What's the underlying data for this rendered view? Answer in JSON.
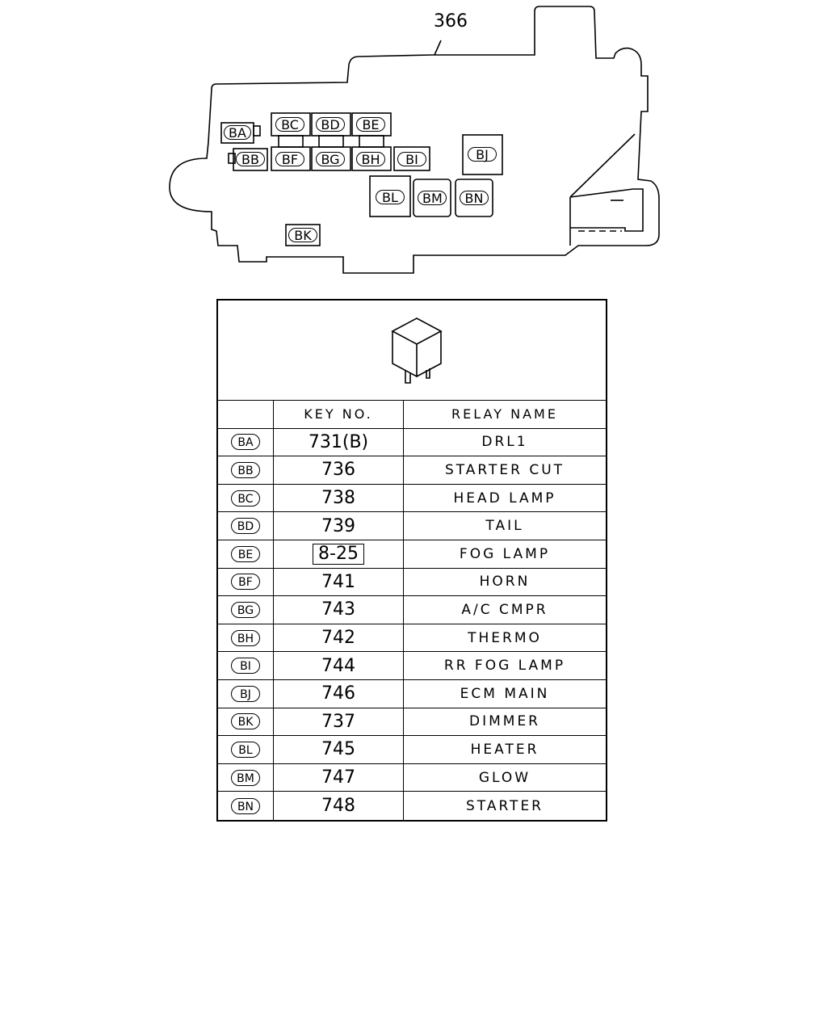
{
  "part_number": "366",
  "locations": [
    "BA",
    "BB",
    "BC",
    "BD",
    "BE",
    "BF",
    "BG",
    "BH",
    "BI",
    "BJ",
    "BK",
    "BL",
    "BM",
    "BN"
  ],
  "table": {
    "headers": [
      "",
      "KEY NO.",
      "RELAY NAME"
    ],
    "rows": [
      {
        "code": "BA",
        "key": "731(B)",
        "name": "DRL1",
        "boxed": false
      },
      {
        "code": "BB",
        "key": "736",
        "name": "STARTER CUT",
        "boxed": false
      },
      {
        "code": "BC",
        "key": "738",
        "name": "HEAD LAMP",
        "boxed": false
      },
      {
        "code": "BD",
        "key": "739",
        "name": "TAIL",
        "boxed": false
      },
      {
        "code": "BE",
        "key": "8-25",
        "name": "FOG LAMP",
        "boxed": true
      },
      {
        "code": "BF",
        "key": "741",
        "name": "HORN",
        "boxed": false
      },
      {
        "code": "BG",
        "key": "743",
        "name": "A/C CMPR",
        "boxed": false
      },
      {
        "code": "BH",
        "key": "742",
        "name": "THERMO",
        "boxed": false
      },
      {
        "code": "BI",
        "key": "744",
        "name": "RR FOG LAMP",
        "boxed": false
      },
      {
        "code": "BJ",
        "key": "746",
        "name": "ECM MAIN",
        "boxed": false
      },
      {
        "code": "BK",
        "key": "737",
        "name": "DIMMER",
        "boxed": false
      },
      {
        "code": "BL",
        "key": "745",
        "name": "HEATER",
        "boxed": false
      },
      {
        "code": "BM",
        "key": "747",
        "name": "GLOW",
        "boxed": false
      },
      {
        "code": "BN",
        "key": "748",
        "name": "STARTER",
        "boxed": false
      }
    ]
  }
}
